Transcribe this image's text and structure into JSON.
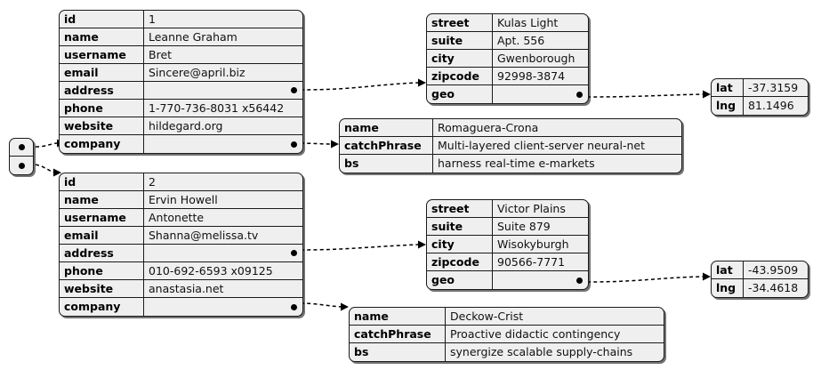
{
  "diagram": {
    "type": "json-object-graph",
    "accent_color": "#000000",
    "node_fill": "#efefef",
    "node_border": "#1a1a1a"
  },
  "root": {
    "name": "users-array",
    "slots": [
      "pointer",
      "pointer"
    ]
  },
  "users": [
    {
      "node_name": "user-0",
      "fields": [
        {
          "key": "id",
          "value": "1",
          "pointer": false
        },
        {
          "key": "name",
          "value": "Leanne Graham",
          "pointer": false
        },
        {
          "key": "username",
          "value": "Bret",
          "pointer": false
        },
        {
          "key": "email",
          "value": "Sincere@april.biz",
          "pointer": false
        },
        {
          "key": "address",
          "value": "",
          "pointer": true
        },
        {
          "key": "phone",
          "value": "1-770-736-8031 x56442",
          "pointer": false
        },
        {
          "key": "website",
          "value": "hildegard.org",
          "pointer": false
        },
        {
          "key": "company",
          "value": "",
          "pointer": true
        }
      ]
    },
    {
      "node_name": "user-1",
      "fields": [
        {
          "key": "id",
          "value": "2",
          "pointer": false
        },
        {
          "key": "name",
          "value": "Ervin Howell",
          "pointer": false
        },
        {
          "key": "username",
          "value": "Antonette",
          "pointer": false
        },
        {
          "key": "email",
          "value": "Shanna@melissa.tv",
          "pointer": false
        },
        {
          "key": "address",
          "value": "",
          "pointer": true
        },
        {
          "key": "phone",
          "value": "010-692-6593 x09125",
          "pointer": false
        },
        {
          "key": "website",
          "value": "anastasia.net",
          "pointer": false
        },
        {
          "key": "company",
          "value": "",
          "pointer": true
        }
      ]
    }
  ],
  "addresses": [
    {
      "node_name": "address-0",
      "fields": [
        {
          "key": "street",
          "value": "Kulas Light",
          "pointer": false
        },
        {
          "key": "suite",
          "value": "Apt. 556",
          "pointer": false
        },
        {
          "key": "city",
          "value": "Gwenborough",
          "pointer": false
        },
        {
          "key": "zipcode",
          "value": "92998-3874",
          "pointer": false
        },
        {
          "key": "geo",
          "value": "",
          "pointer": true
        }
      ]
    },
    {
      "node_name": "address-1",
      "fields": [
        {
          "key": "street",
          "value": "Victor Plains",
          "pointer": false
        },
        {
          "key": "suite",
          "value": "Suite 879",
          "pointer": false
        },
        {
          "key": "city",
          "value": "Wisokyburgh",
          "pointer": false
        },
        {
          "key": "zipcode",
          "value": "90566-7771",
          "pointer": false
        },
        {
          "key": "geo",
          "value": "",
          "pointer": true
        }
      ]
    }
  ],
  "geos": [
    {
      "node_name": "geo-0",
      "fields": [
        {
          "key": "lat",
          "value": "-37.3159",
          "pointer": false
        },
        {
          "key": "lng",
          "value": "81.1496",
          "pointer": false
        }
      ]
    },
    {
      "node_name": "geo-1",
      "fields": [
        {
          "key": "lat",
          "value": "-43.9509",
          "pointer": false
        },
        {
          "key": "lng",
          "value": "-34.4618",
          "pointer": false
        }
      ]
    }
  ],
  "companies": [
    {
      "node_name": "company-0",
      "fields": [
        {
          "key": "name",
          "value": "Romaguera-Crona",
          "pointer": false
        },
        {
          "key": "catchPhrase",
          "value": "Multi-layered client-server neural-net",
          "pointer": false
        },
        {
          "key": "bs",
          "value": "harness real-time e-markets",
          "pointer": false
        }
      ]
    },
    {
      "node_name": "company-1",
      "fields": [
        {
          "key": "name",
          "value": "Deckow-Crist",
          "pointer": false
        },
        {
          "key": "catchPhrase",
          "value": "Proactive didactic contingency",
          "pointer": false
        },
        {
          "key": "bs",
          "value": "synergize scalable supply-chains",
          "pointer": false
        }
      ]
    }
  ]
}
